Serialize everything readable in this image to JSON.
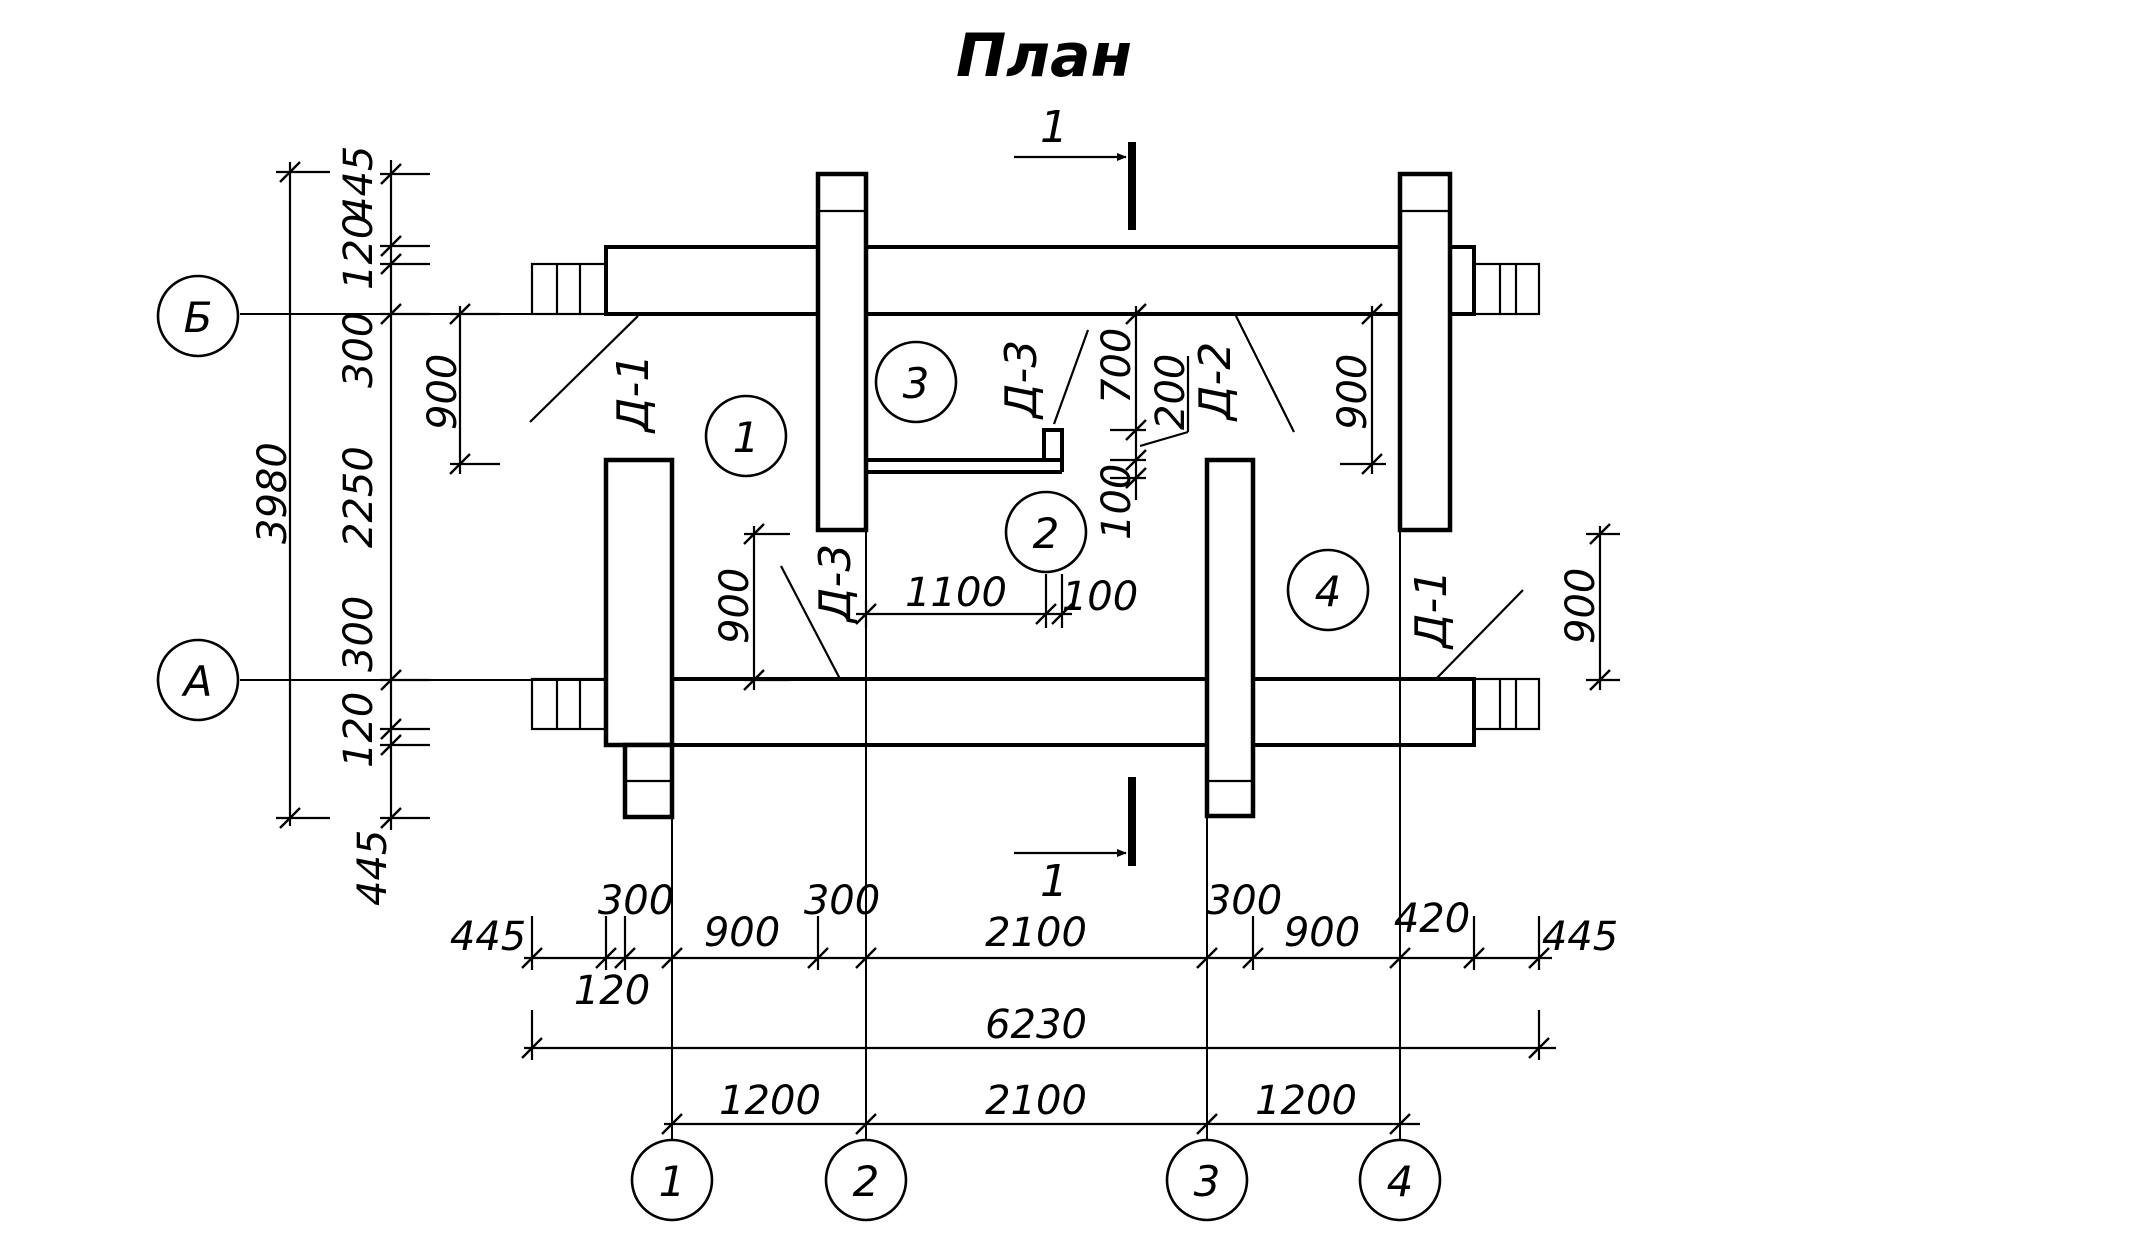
{
  "title": "План",
  "section_mark": "1",
  "axes_rows": [
    "Б",
    "А"
  ],
  "axes_cols": [
    "1",
    "2",
    "3",
    "4"
  ],
  "rooms": [
    "1",
    "2",
    "3",
    "4"
  ],
  "doors": [
    "Д-1",
    "Д-1",
    "Д-2",
    "Д-3",
    "Д-3"
  ],
  "dims_left": [
    "445",
    "120",
    "300",
    "2250",
    "300",
    "120",
    "445",
    "3980"
  ],
  "dims_inner": [
    "900",
    "900",
    "700",
    "200",
    "100",
    "900",
    "900"
  ],
  "dims_bottom_row1": [
    "445",
    "300",
    "900",
    "300",
    "2100",
    "300",
    "900",
    "420",
    "445"
  ],
  "dim_120": "120",
  "dim_overall": "6230",
  "dims_axes": [
    "1200",
    "2100",
    "1200"
  ],
  "dims_mid": [
    "1100",
    "100"
  ]
}
